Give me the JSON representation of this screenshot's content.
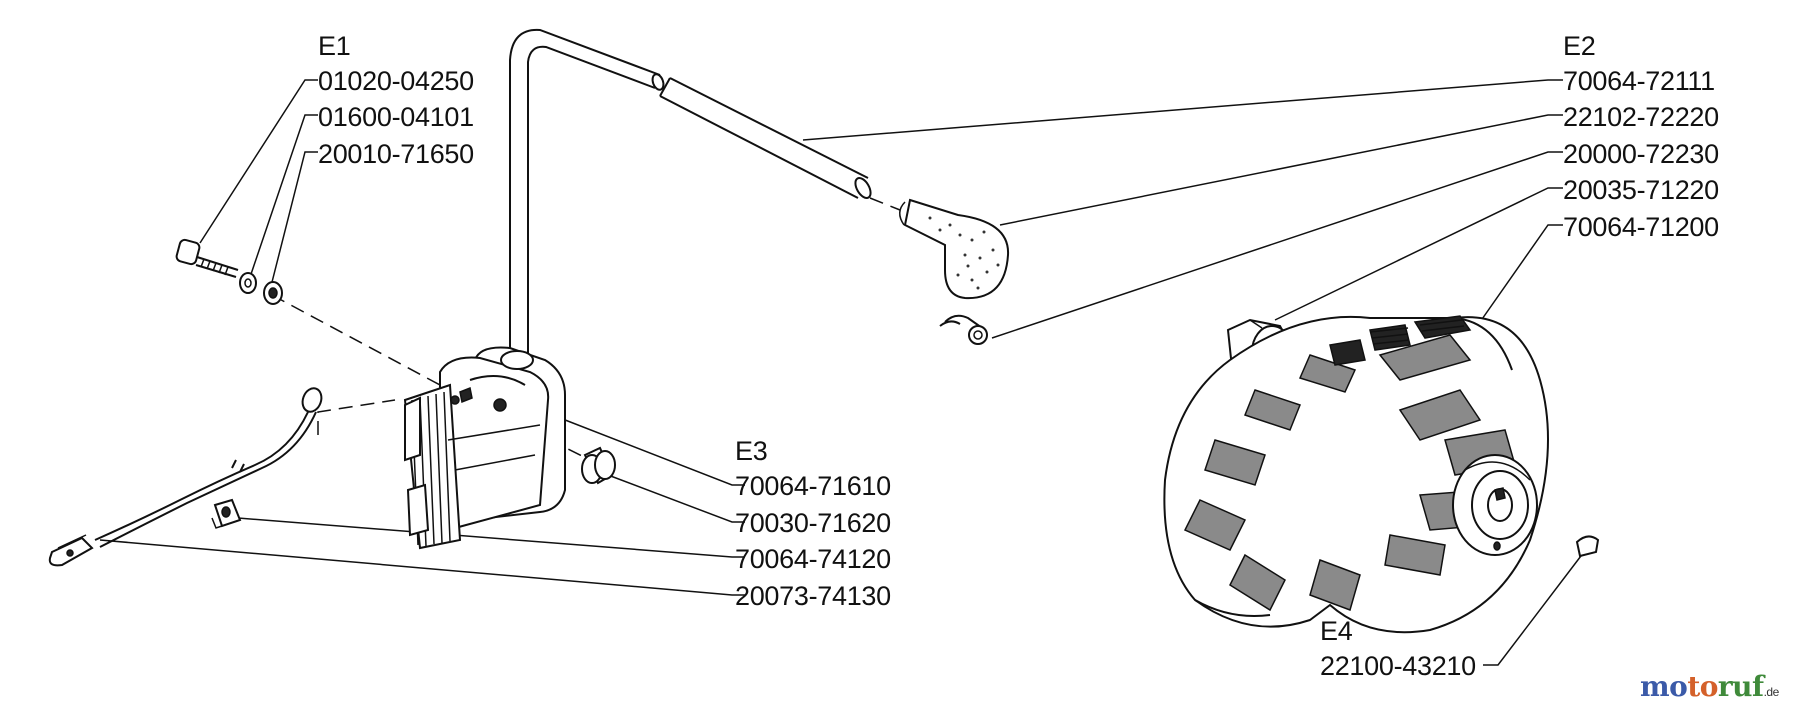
{
  "groups": {
    "e1": {
      "label": "E1",
      "parts": [
        "01020-04250",
        "01600-04101",
        "20010-71650"
      ]
    },
    "e2": {
      "label": "E2",
      "parts": [
        "70064-72111",
        "22102-72220",
        "20000-72230",
        "20035-71220",
        "70064-71200"
      ]
    },
    "e3": {
      "label": "E3",
      "parts": [
        "70064-71610",
        "70030-71620",
        "70064-74120",
        "20073-74130"
      ]
    },
    "e4": {
      "label": "E4",
      "parts": [
        "22100-43210"
      ]
    }
  },
  "watermark": {
    "m1": "mo",
    "m2": "to",
    "m3": "ruf",
    "suffix": ".de",
    "colors": [
      "#3b5aa8",
      "#d4612a",
      "#3f8a3a"
    ]
  }
}
